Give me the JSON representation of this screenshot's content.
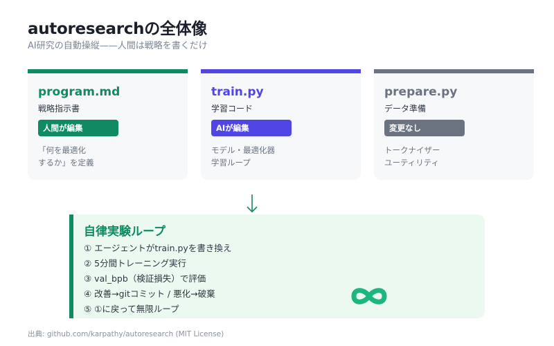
{
  "title": "autoresearchの全体像",
  "subtitle": "AI研究の自動操縦——人間は戦略を書くだけ",
  "cards": [
    {
      "name": "program.md",
      "desc": "戦略指示書",
      "badge": "人間が編集",
      "note_line1": "「何を最適化",
      "note_line2": "するか」を定義",
      "color": "#0f8a63"
    },
    {
      "name": "train.py",
      "desc": "学習コード",
      "badge": "AIが編集",
      "note_line1": "モデル・最適化器",
      "note_line2": "学習ループ",
      "color": "#4f46e5"
    },
    {
      "name": "prepare.py",
      "desc": "データ準備",
      "badge": "変更なし",
      "note_line1": "トークナイザー",
      "note_line2": "ユーティリティ",
      "color": "#6b7280"
    }
  ],
  "arrow": "↓",
  "loop": {
    "title": "自律実験ループ",
    "steps": [
      "① エージェントがtrain.pyを書き換え",
      "② 5分間トレーニング実行",
      "③ val_bpb（検証損失）で評価",
      "④ 改善→gitコミット / 悪化→破棄",
      "⑤ ①に戻って無限ループ"
    ],
    "icon": "infinity-icon",
    "color": "#0f8a63"
  },
  "source": "出典: github.com/karpathy/autoresearch (MIT License)"
}
